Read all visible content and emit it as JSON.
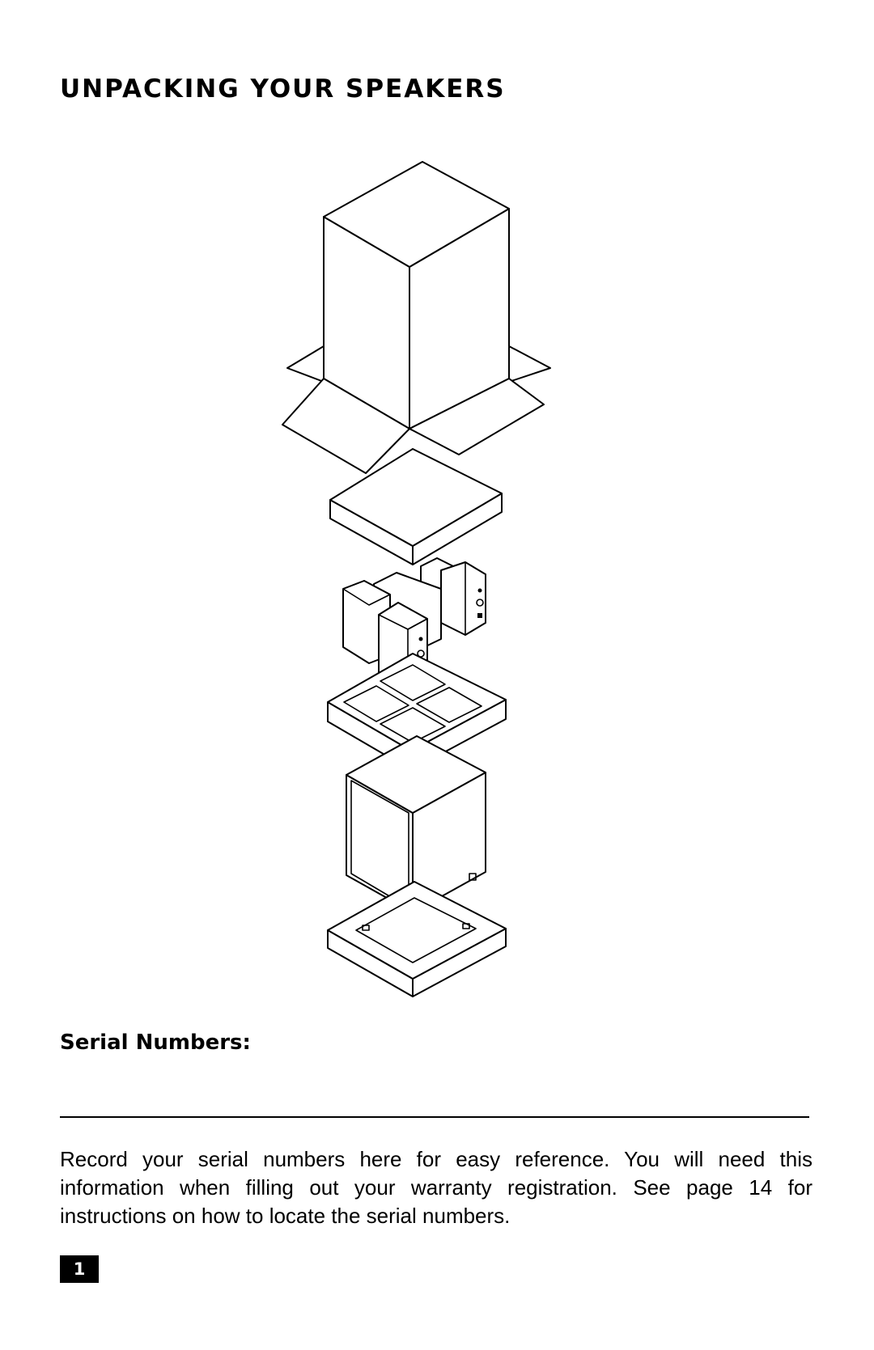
{
  "page": {
    "title": "UNPACKING YOUR SPEAKERS",
    "serial_heading": "Serial Numbers:",
    "body_text": "Record your serial numbers here for easy reference. You will need this information when filling out your warranty registration. See page 14 for instructions on how to locate the serial numbers.",
    "page_number": "1"
  }
}
